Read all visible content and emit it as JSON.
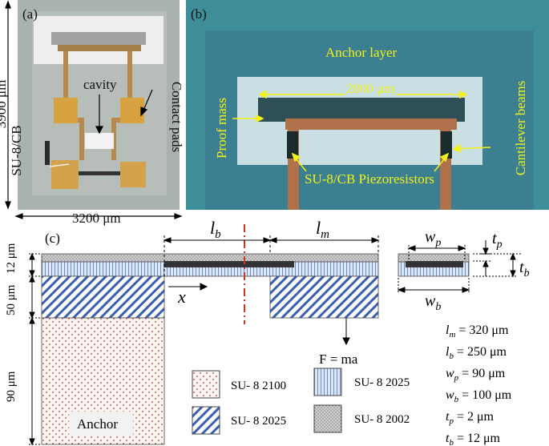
{
  "panel_a": {
    "label": "(a)",
    "height_dim": "3900 μm",
    "width_dim": "3200 μm",
    "cavity": "cavity",
    "contact_pads": "Contact pads",
    "material": "SU-8/CB"
  },
  "panel_b": {
    "label": "(b)",
    "anchor_layer": "Anchor layer",
    "span": "2000 μm",
    "proof_mass": "Proof mass",
    "cantilever_beams": "Cantilever beams",
    "piezoresistors": "SU-8/CB Piezoresistors"
  },
  "panel_c": {
    "label": "(c)",
    "lb": "l",
    "lb_sub": "b",
    "lm": "l",
    "lm_sub": "m",
    "wp": "w",
    "wp_sub": "p",
    "wb": "w",
    "wb_sub": "b",
    "tp": "t",
    "tp_sub": "p",
    "tb": "t",
    "tb_sub": "b",
    "dim_12": "12 μm",
    "dim_50": "50 μm",
    "dim_90": "90 μm",
    "x_axis": "x",
    "force": "F = ma",
    "anchor": "Anchor",
    "legend": [
      "SU- 8 2100",
      "SU- 8 2025",
      "SU- 8 2025",
      "SU- 8 2002"
    ],
    "params": [
      {
        "sym": "l",
        "sub": "m",
        "val": " = 320 μm"
      },
      {
        "sym": "l",
        "sub": "b",
        "val": " = 250 μm"
      },
      {
        "sym": "w",
        "sub": "p",
        "val": " = 90 μm"
      },
      {
        "sym": "w",
        "sub": "b",
        "val": " = 100 μm"
      },
      {
        "sym": "t",
        "sub": "p",
        "val": " = 2 μm"
      },
      {
        "sym": "t",
        "sub": "b",
        "val": " = 12 μm"
      }
    ]
  },
  "colors": {
    "photo_a_bg": "#aeb5b1",
    "photo_b_bg": "#3d8f9c",
    "annotation_yellow": "#f2f21a",
    "piezo_dark": "#333333",
    "hatch_blue": "#3a5fb0",
    "dot_red": "#c0392b",
    "centerline": "#c0392b"
  }
}
